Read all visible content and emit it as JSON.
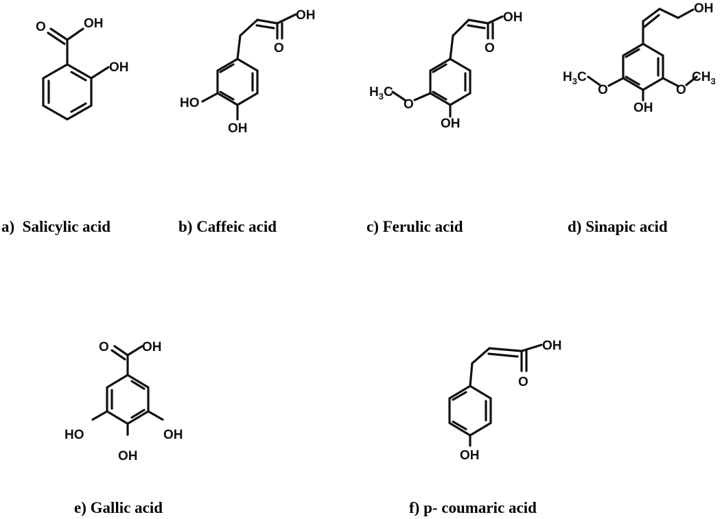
{
  "captions": {
    "a": "a)  Salicylic acid",
    "b": "b) Caffeic acid",
    "c": "c) Ferulic acid",
    "d": "d) Sinapic acid",
    "e": "e) Gallic acid",
    "f": "f) p- coumaric acid"
  },
  "atoms": {
    "oxygen": "O",
    "hydroxyl": "OH",
    "ho": "HO",
    "methyl_h3c": "H3C",
    "methyl_ch3": "CH3"
  },
  "molecules": [
    {
      "id": "a",
      "name": "Salicylic acid"
    },
    {
      "id": "b",
      "name": "Caffeic acid"
    },
    {
      "id": "c",
      "name": "Ferulic acid"
    },
    {
      "id": "d",
      "name": "Sinapic acid"
    },
    {
      "id": "e",
      "name": "Gallic acid"
    },
    {
      "id": "f",
      "name": "p- coumaric acid"
    }
  ]
}
